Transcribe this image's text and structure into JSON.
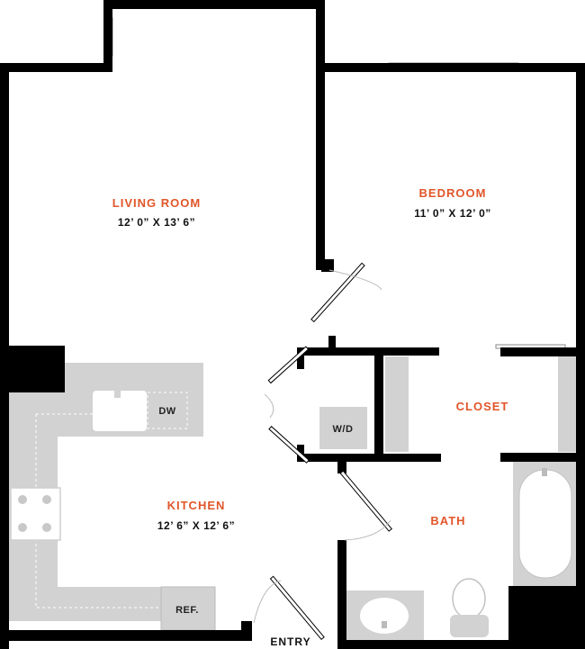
{
  "rooms": {
    "living_room": {
      "name": "LIVING ROOM",
      "dims": "12’ 0” X 13’ 6”"
    },
    "bedroom": {
      "name": "BEDROOM",
      "dims": "11’ 0” X 12’ 0”"
    },
    "kitchen": {
      "name": "KITCHEN",
      "dims": "12’ 6” X 12’ 6”"
    },
    "closet": {
      "name": "CLOSET"
    },
    "bath": {
      "name": "BATH"
    }
  },
  "fixtures": {
    "dishwasher": "DW",
    "washer_dryer": "W/D",
    "refrigerator": "REF."
  },
  "entry": "ENTRY",
  "colors": {
    "wall": "#000000",
    "label_accent": "#e0562a",
    "fixture_fill": "#d2d2d2",
    "background": "#ffffff"
  }
}
